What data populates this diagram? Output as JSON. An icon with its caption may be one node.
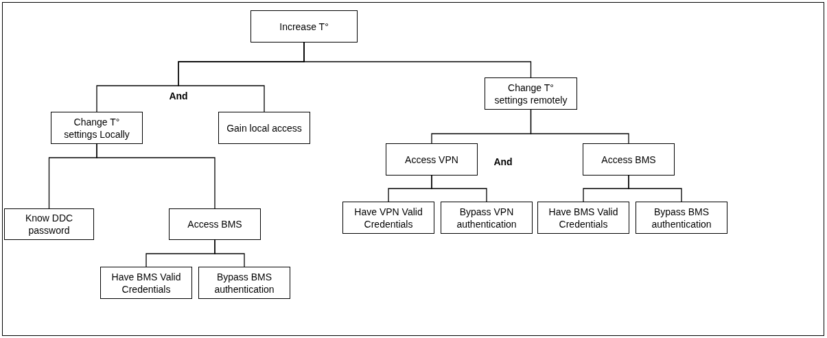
{
  "diagram": {
    "nodes": [
      {
        "text": [
          "Increase T°"
        ]
      },
      {
        "text": [
          "Change T° settings Locally"
        ]
      },
      {
        "text": [
          "Gain local access"
        ]
      },
      {
        "text": [
          "Change T° settings remotely"
        ]
      },
      {
        "text": [
          "Know DDC password"
        ]
      },
      {
        "text": [
          "Access BMS"
        ]
      },
      {
        "text": [
          "Have BMS Valid Credentials"
        ]
      },
      {
        "text": [
          "Bypass BMS authentication"
        ]
      },
      {
        "text": [
          "Access VPN"
        ]
      },
      {
        "text": [
          "Access BMS"
        ]
      },
      {
        "text": [
          "Have VPN Valid Credentials"
        ]
      },
      {
        "text": [
          "Bypass VPN authentication"
        ]
      },
      {
        "text": [
          "Have BMS Valid Credentials"
        ]
      },
      {
        "text": [
          "Bypass BMS authentication"
        ]
      }
    ],
    "edges": [
      {
        "from": 0,
        "to": 1,
        "arrow": "none"
      },
      {
        "from": 0,
        "to": 2,
        "arrow": "none"
      },
      {
        "from": 0,
        "to": 3,
        "arrow": "none"
      },
      {
        "from": 1,
        "to": 4,
        "arrow": "none"
      },
      {
        "from": 1,
        "to": 5,
        "arrow": "none"
      },
      {
        "from": 5,
        "to": 6,
        "arrow": "none"
      },
      {
        "from": 5,
        "to": 7,
        "arrow": "none"
      },
      {
        "from": 3,
        "to": 8,
        "arrow": "none"
      },
      {
        "from": 3,
        "to": 9,
        "arrow": "none"
      },
      {
        "from": 8,
        "to": 10,
        "arrow": "none"
      },
      {
        "from": 8,
        "to": 11,
        "arrow": "none"
      },
      {
        "from": 9,
        "to": 12,
        "arrow": "none"
      },
      {
        "from": 9,
        "to": 13,
        "arrow": "none"
      }
    ],
    "labels": [
      "And",
      "And"
    ]
  }
}
